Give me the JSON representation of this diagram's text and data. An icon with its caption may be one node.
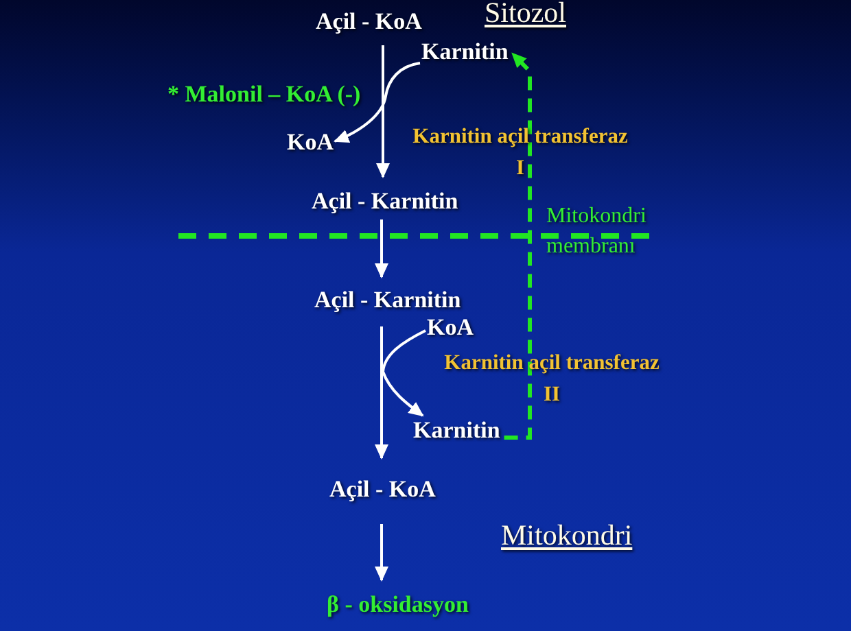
{
  "diagram": {
    "nodes": [
      {
        "text": [
          "Açil - KoA"
        ]
      },
      {
        "text": [
          "Karnitin"
        ]
      },
      {
        "text": [
          "KoA"
        ]
      },
      {
        "text": [
          "Açil - Karnitin"
        ]
      },
      {
        "text": [
          "Açil - Karnitin"
        ]
      },
      {
        "text": [
          "KoA"
        ]
      },
      {
        "text": [
          "Karnitin"
        ]
      },
      {
        "text": [
          "Açil - KoA"
        ]
      },
      {
        "text": [
          "β - oksidasyon"
        ]
      }
    ],
    "edges": [
      {
        "from": 0,
        "to": 3,
        "arrow": "to"
      },
      {
        "from": 1,
        "to": 2,
        "arrow": "to"
      },
      {
        "from": 3,
        "to": 4,
        "arrow": "to"
      },
      {
        "from": 4,
        "to": 7,
        "arrow": "to"
      },
      {
        "from": 5,
        "to": 6,
        "arrow": "to"
      },
      {
        "from": 6,
        "to": 1,
        "arrow": "to",
        "style": "dashed",
        "color": "#22e622"
      },
      {
        "from": 7,
        "to": 8,
        "arrow": "to"
      }
    ],
    "labels": [
      "Sitozol",
      "* Malonil – KoA (-)",
      "Karnitin açil transferaz I",
      "Mitokondri membranı",
      "Karnitin açil transferaz II",
      "Mitokondri"
    ]
  }
}
